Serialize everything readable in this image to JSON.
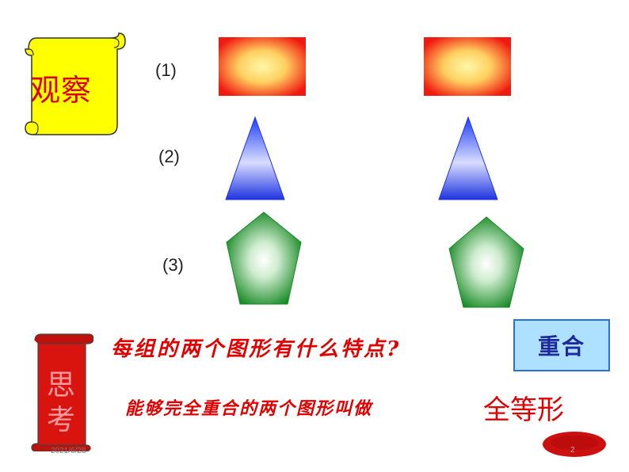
{
  "title_scroll": {
    "label": "观察"
  },
  "rows": [
    {
      "label": "(1)",
      "shape": "rectangle"
    },
    {
      "label": "(2)",
      "shape": "triangle"
    },
    {
      "label": "(3)",
      "shape": "pentagon"
    }
  ],
  "question": {
    "text": "每组的两个图形有什么特点?"
  },
  "answer": {
    "text": "重合"
  },
  "definition": {
    "text": "能够完全重合的两个图形叫做",
    "term": "全等形"
  },
  "think_scroll": {
    "label": "思考"
  },
  "footer": {
    "date": "2021/6/28",
    "page": "2"
  },
  "colors": {
    "rect_outer": "#f02a1a",
    "rect_inner": "#fff59a",
    "tri_outer": "#1f33e0",
    "tri_inner": "#ffffff",
    "pent_outer": "#1d8a2a",
    "pent_inner": "#ffffff",
    "text_red": "#e00000"
  }
}
